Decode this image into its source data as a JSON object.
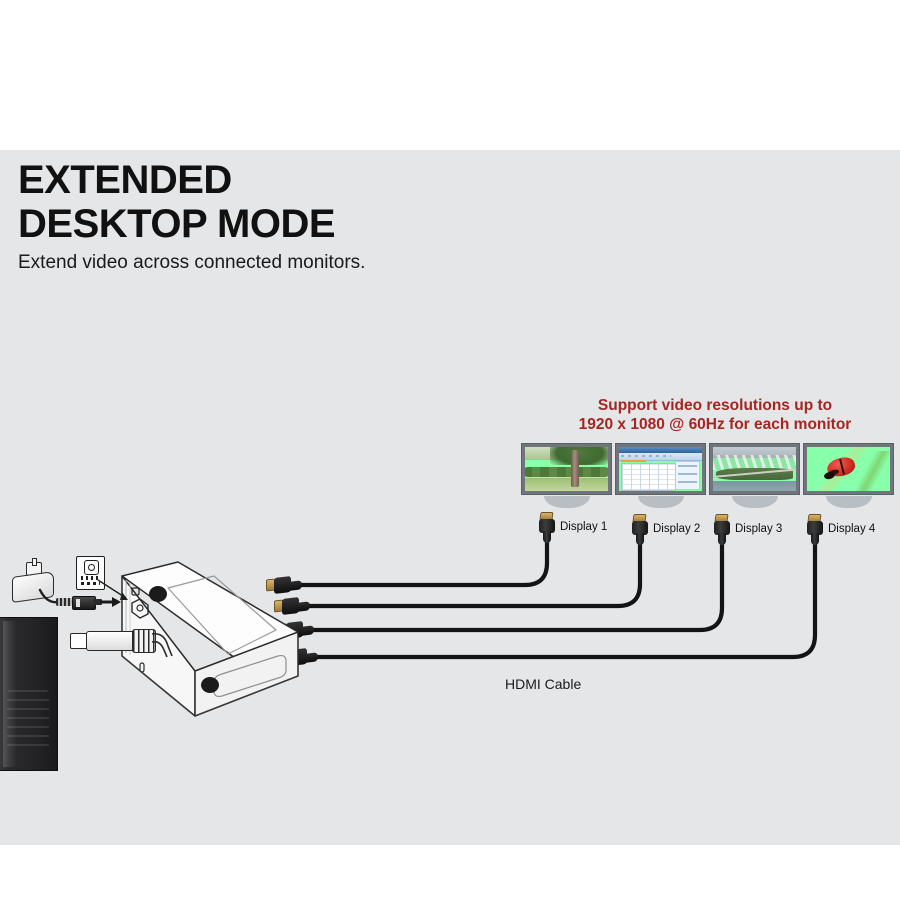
{
  "page": {
    "background": "#ffffff",
    "panel_color": "#e4e6e8"
  },
  "headline": {
    "line1": "EXTENDED",
    "line2": "DESKTOP MODE",
    "subtitle": "Extend video across connected monitors."
  },
  "callout": {
    "line1": "Support video resolutions up to",
    "line2": "1920 x 1080 @ 60Hz for each monitor",
    "color": "#a52521"
  },
  "monitors": [
    {
      "label": "Display 1",
      "content": "garden-tree-photo"
    },
    {
      "label": "Display 2",
      "content": "spreadsheet-window"
    },
    {
      "label": "Display 3",
      "content": "aerial-town-photo"
    },
    {
      "label": "Display 4",
      "content": "ladybug-leaf-photo"
    }
  ],
  "cables": {
    "caption": "HDMI Cable",
    "color": "#111111",
    "count": 4
  },
  "device": {
    "name": "usb-docking-station",
    "ports": [
      {
        "name": "hdmi-port-1"
      },
      {
        "name": "hdmi-port-2"
      },
      {
        "name": "hdmi-port-3"
      },
      {
        "name": "hdmi-port-4"
      }
    ]
  },
  "power": {
    "adapter": "wall-power-adapter",
    "dc_plug": "dc-barrel-plug",
    "dc_jack_callout": "dc-jack-detail"
  },
  "computer": {
    "name": "desktop-tower"
  }
}
